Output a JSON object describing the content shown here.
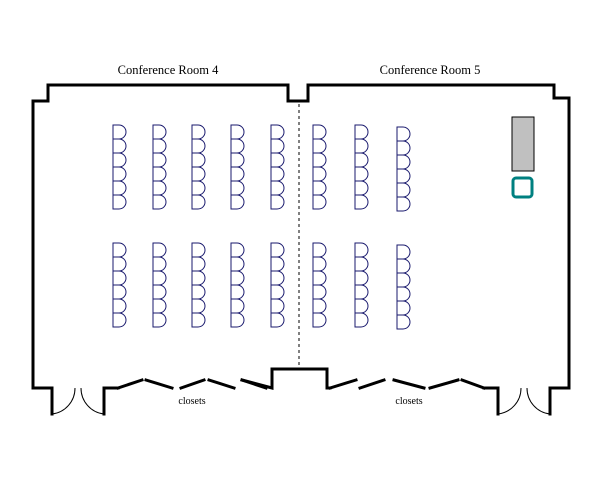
{
  "rooms": {
    "left_label": "Conference Room 4",
    "right_label": "Conference Room 5"
  },
  "closets": {
    "left_label": "closets",
    "right_label": "closets"
  },
  "seating": {
    "layout": "classroom",
    "chairs_per_column": 6,
    "columns_per_block": 8,
    "blocks": 2
  },
  "equipment": {
    "table_color": "#c0c0c0",
    "cart_color": "#008080"
  },
  "colors": {
    "walls": "#000000",
    "chair_outline": "#1a1a6e"
  }
}
